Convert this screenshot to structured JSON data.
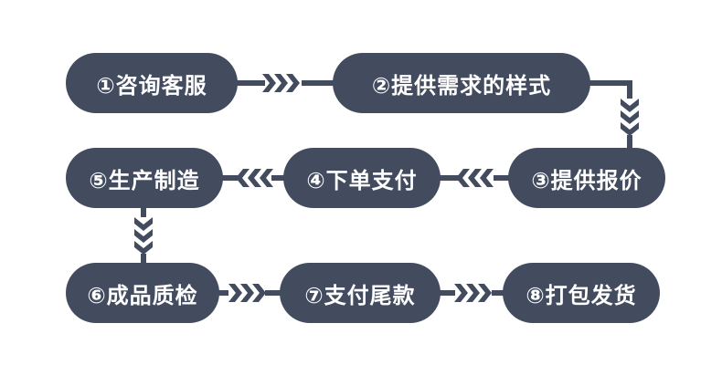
{
  "colors": {
    "step_fill": "#434b5e",
    "connector": "#434b5e",
    "text": "#ffffff",
    "background": "#ffffff"
  },
  "steps": [
    {
      "label": "①咨询客服"
    },
    {
      "label": "②提供需求的样式"
    },
    {
      "label": "③提供报价"
    },
    {
      "label": "④下单支付"
    },
    {
      "label": "⑤生产制造"
    },
    {
      "label": "⑥成品质检"
    },
    {
      "label": "⑦支付尾款"
    },
    {
      "label": "⑧打包发货"
    }
  ],
  "connector_icon": "triple-chevron-arrow"
}
